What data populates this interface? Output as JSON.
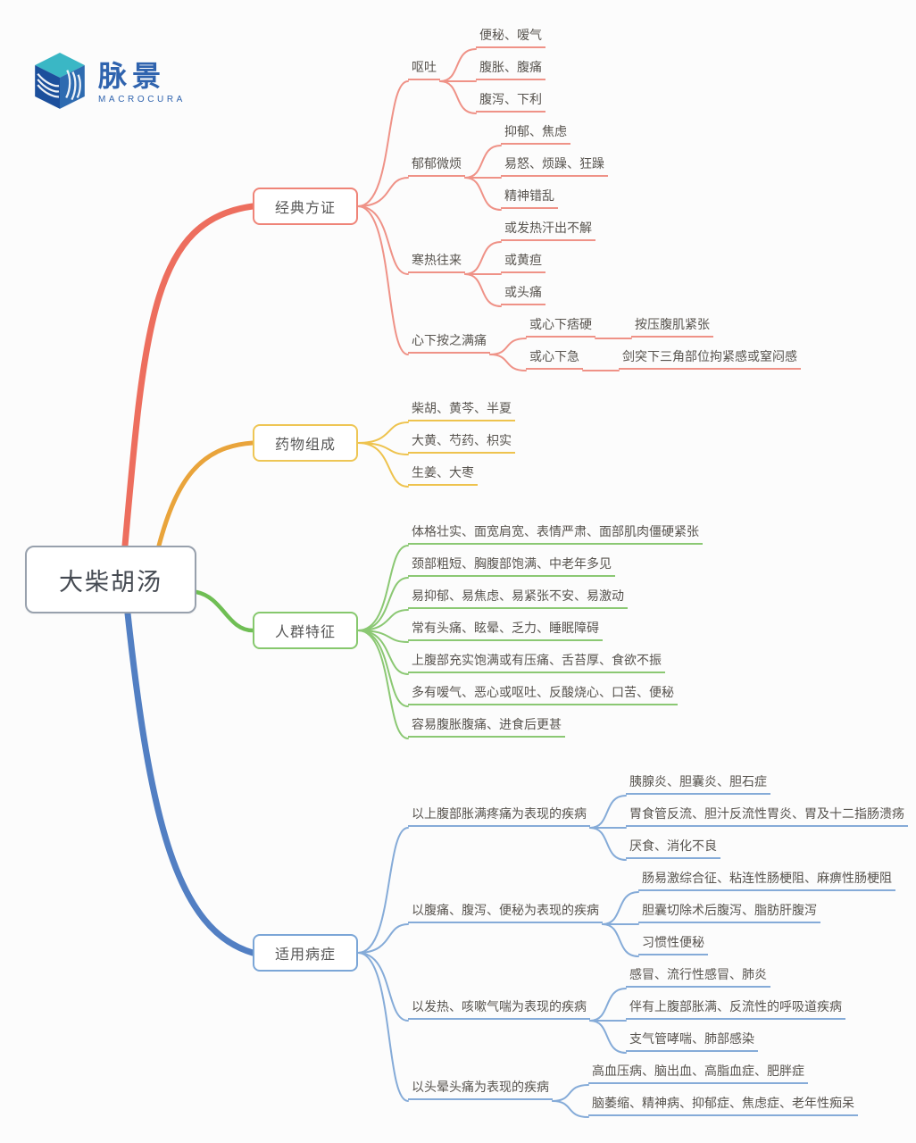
{
  "logo": {
    "name": "脉景",
    "subtitle": "MACROCURA",
    "color": "#2f63ae",
    "cube_top": "#3ab7c5",
    "cube_left": "#1c4f9c",
    "cube_right": "#2e6bb0"
  },
  "root": {
    "label": "大柴胡汤",
    "border_color": "#98a1ad"
  },
  "text_color": "#57534e",
  "branches": [
    {
      "label": "经典方证",
      "color": {
        "box": "#ef8478",
        "line": "#ef9287",
        "trunk": "#ed6e5e"
      },
      "children": [
        {
          "label": "呕吐",
          "children": [
            {
              "label": "便秘、嗳气"
            },
            {
              "label": "腹胀、腹痛"
            },
            {
              "label": "腹泻、下利"
            }
          ]
        },
        {
          "label": "郁郁微烦",
          "children": [
            {
              "label": "抑郁、焦虑"
            },
            {
              "label": "易怒、烦躁、狂躁"
            },
            {
              "label": "精神错乱"
            }
          ]
        },
        {
          "label": "寒热往来",
          "children": [
            {
              "label": "或发热汗出不解"
            },
            {
              "label": "或黄疸"
            },
            {
              "label": "或头痛"
            }
          ]
        },
        {
          "label": "心下按之满痛",
          "children": [
            {
              "label": "或心下痞硬",
              "children": [
                {
                  "label": "按压腹肌紧张"
                }
              ]
            },
            {
              "label": "或心下急",
              "children": [
                {
                  "label": "剑突下三角部位拘紧感或窒闷感"
                }
              ]
            }
          ]
        }
      ]
    },
    {
      "label": "药物组成",
      "color": {
        "box": "#eec655",
        "line": "#eec34e",
        "trunk": "#e9a43b"
      },
      "children": [
        {
          "label": "柴胡、黄芩、半夏"
        },
        {
          "label": "大黄、芍药、枳实"
        },
        {
          "label": "生姜、大枣"
        }
      ]
    },
    {
      "label": "人群特征",
      "color": {
        "box": "#86c86d",
        "line": "#8bc873",
        "trunk": "#6fbe54"
      },
      "children": [
        {
          "label": "体格壮实、面宽肩宽、表情严肃、面部肌肉僵硬紧张"
        },
        {
          "label": "颈部粗短、胸腹部饱满、中老年多见"
        },
        {
          "label": "易抑郁、易焦虑、易紧张不安、易激动"
        },
        {
          "label": "常有头痛、眩晕、乏力、睡眠障碍"
        },
        {
          "label": "上腹部充实饱满或有压痛、舌苔厚、食欲不振"
        },
        {
          "label": "多有嗳气、恶心或呕吐、反酸烧心、口苦、便秘"
        },
        {
          "label": "容易腹胀腹痛、进食后更甚"
        }
      ]
    },
    {
      "label": "适用病症",
      "color": {
        "box": "#7ba6d7",
        "line": "#85abd8",
        "trunk": "#527fc3"
      },
      "children": [
        {
          "label": "以上腹部胀满疼痛为表现的疾病",
          "children": [
            {
              "label": "胰腺炎、胆囊炎、胆石症"
            },
            {
              "label": "胃食管反流、胆汁反流性胃炎、胃及十二指肠溃疡"
            },
            {
              "label": "厌食、消化不良"
            }
          ]
        },
        {
          "label": "以腹痛、腹泻、便秘为表现的疾病",
          "children": [
            {
              "label": "肠易激综合征、粘连性肠梗阻、麻痹性肠梗阻"
            },
            {
              "label": "胆囊切除术后腹泻、脂肪肝腹泻"
            },
            {
              "label": "习惯性便秘"
            }
          ]
        },
        {
          "label": "以发热、咳嗽气喘为表现的疾病",
          "children": [
            {
              "label": "感冒、流行性感冒、肺炎"
            },
            {
              "label": "伴有上腹部胀满、反流性的呼吸道疾病"
            },
            {
              "label": "支气管哮喘、肺部感染"
            }
          ]
        },
        {
          "label": "以头晕头痛为表现的疾病",
          "children": [
            {
              "label": "高血压病、脑出血、高脂血症、肥胖症"
            },
            {
              "label": "脑萎缩、精神病、抑郁症、焦虑症、老年性痴呆"
            }
          ]
        }
      ]
    }
  ]
}
